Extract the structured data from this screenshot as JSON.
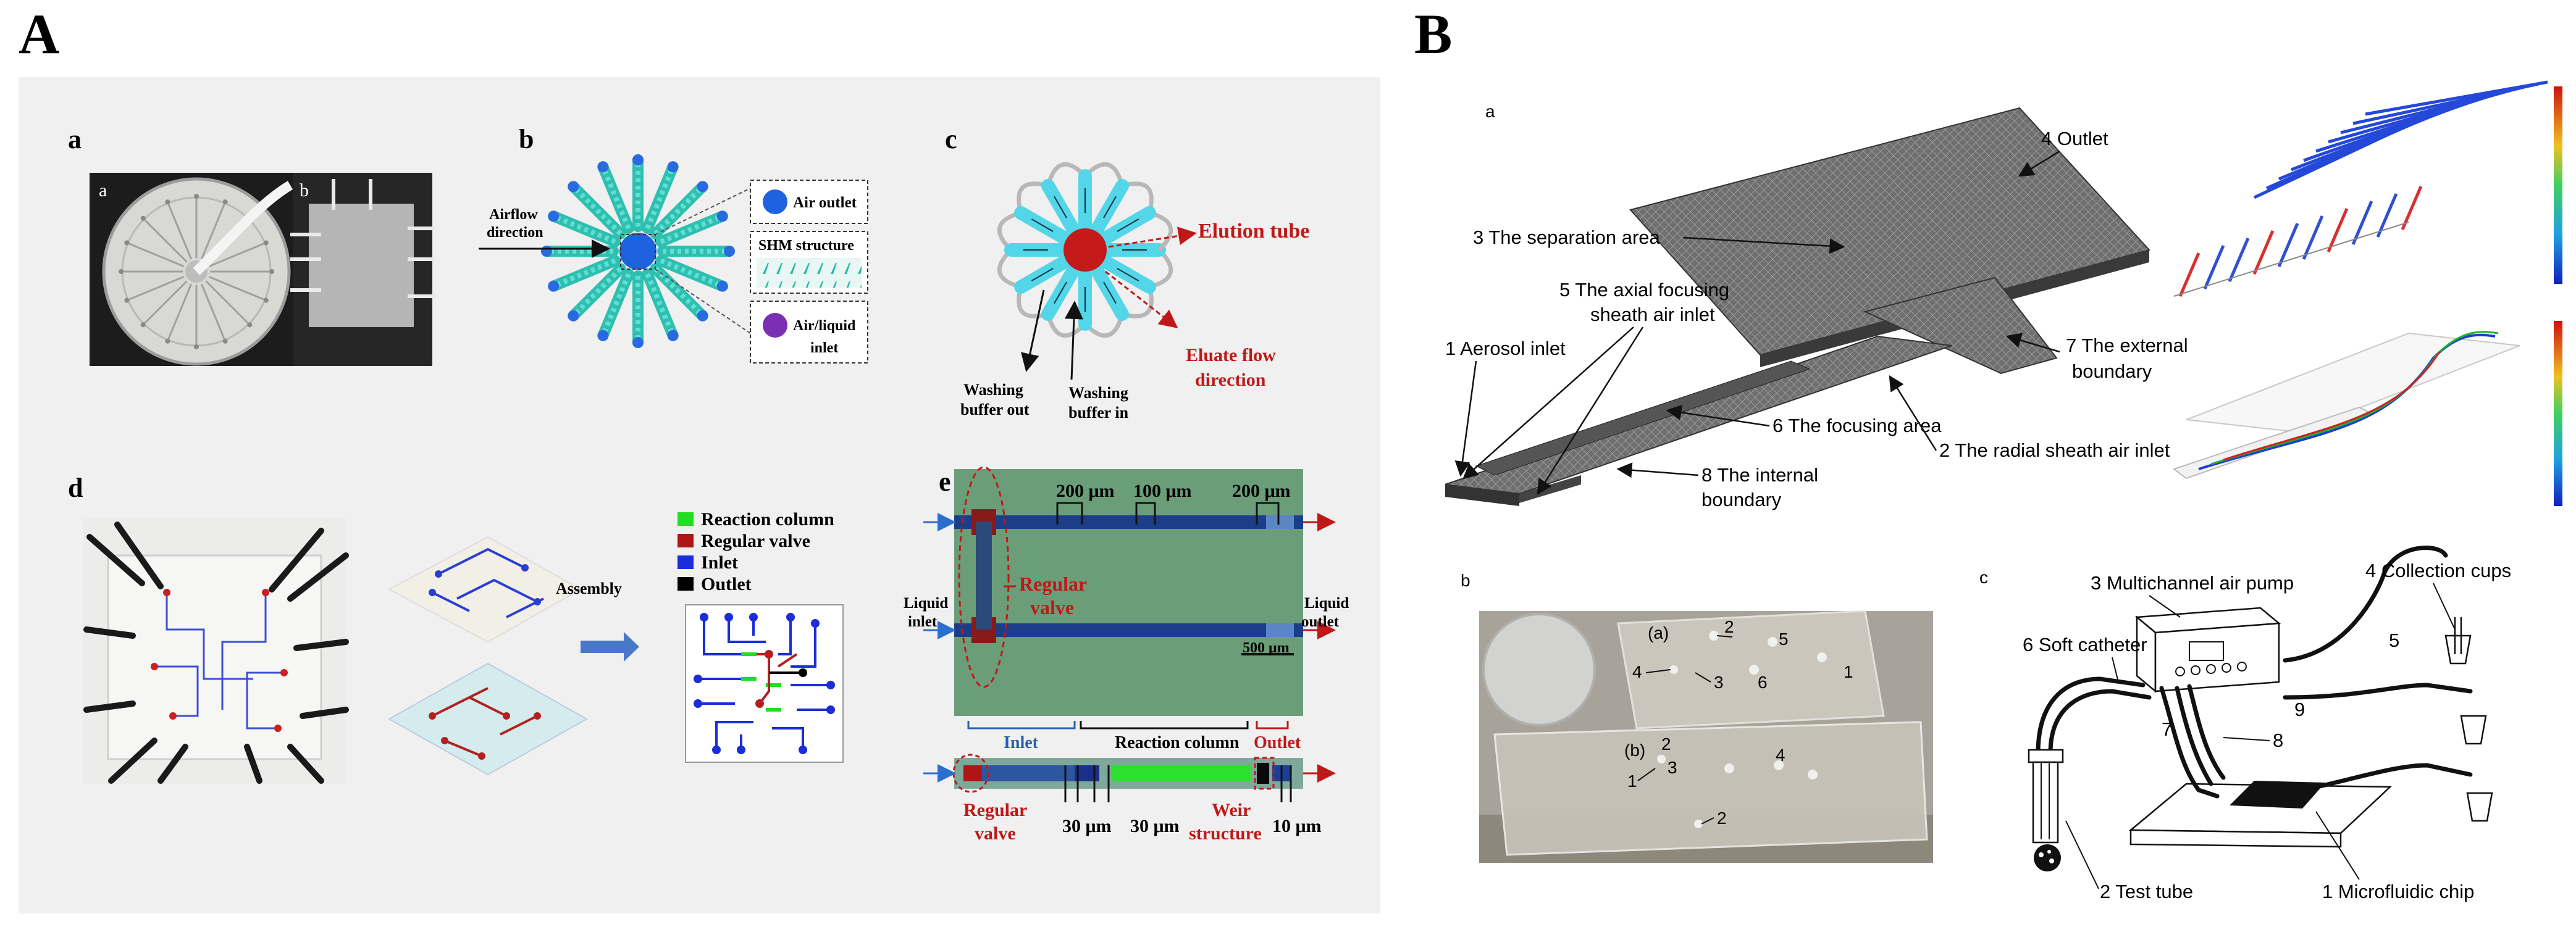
{
  "panel_A": {
    "label": "A",
    "sub_a": {
      "label": "a",
      "photo_labels": [
        "a",
        "b"
      ]
    },
    "sub_b": {
      "label": "b",
      "airflow_direction": [
        "Airflow",
        "direction"
      ],
      "legend": [
        "Air outlet",
        "SHM structure",
        "Air/liquid",
        "inlet"
      ]
    },
    "sub_c": {
      "label": "c",
      "elution_tube": "Elution tube",
      "eluate_flow": [
        "Eluate flow",
        "direction"
      ],
      "washing_out": [
        "Washing",
        "buffer out"
      ],
      "washing_in": [
        "Washing",
        "buffer in"
      ]
    },
    "sub_d": {
      "label": "d",
      "assembly": "Assembly",
      "legend": [
        {
          "text": "Reaction column",
          "color": "#22dd22"
        },
        {
          "text": "Regular valve",
          "color": "#b01515"
        },
        {
          "text": "Inlet",
          "color": "#1a2dd8"
        },
        {
          "text": "Outlet",
          "color": "#000000"
        }
      ]
    },
    "sub_e": {
      "label": "e",
      "dims_top": [
        "200 μm",
        "100 μm",
        "200 μm"
      ],
      "liquid_inlet": [
        "Liquid",
        "inlet"
      ],
      "liquid_outlet": [
        "Liquid",
        "outlet"
      ],
      "regular_valve": [
        "Regular",
        "valve"
      ],
      "scale": "500 μm",
      "inlet": "Inlet",
      "reaction_column": "Reaction column",
      "outlet": "Outlet",
      "regular_valve_2": [
        "Regular",
        "valve"
      ],
      "dims_bottom": [
        "30 μm",
        "30 μm"
      ],
      "weir": [
        "Weir",
        "structure"
      ],
      "dim_10": "10 μm"
    }
  },
  "panel_B": {
    "label": "B",
    "sub_a": {
      "label": "a",
      "outlet": "4 Outlet",
      "separation": "3 The separation area",
      "axial": [
        "5 The axial focusing",
        "sheath air inlet"
      ],
      "aerosol": "1 Aerosol inlet",
      "external": [
        "7 The external",
        "boundary"
      ],
      "focusing": "6 The focusing area",
      "radial": "2 The radial sheath air inlet",
      "internal": [
        "8 The internal",
        "boundary"
      ]
    },
    "sub_b": {
      "label": "b",
      "chip_a": "(a)",
      "chip_b": "(b)",
      "nums_a": [
        "2",
        "5",
        "4",
        "3",
        "6",
        "1"
      ],
      "nums_b": [
        "2",
        "3",
        "4",
        "1",
        "2"
      ]
    },
    "sub_c": {
      "label": "c",
      "pump": "3 Multichannel air pump",
      "cups": "4 Collection cups",
      "catheter": "6 Soft catheter",
      "n5": "5",
      "n7": "7",
      "n9": "9",
      "n8": "8",
      "test_tube": "2 Test tube",
      "chip": "1 Microfluidic chip"
    }
  }
}
